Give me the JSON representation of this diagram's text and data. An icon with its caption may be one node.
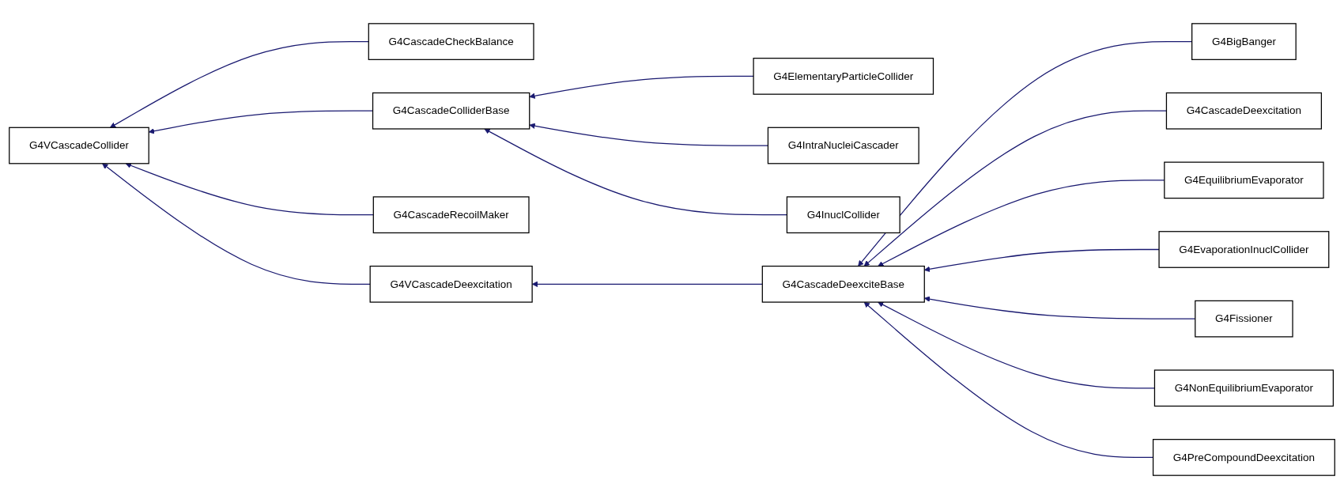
{
  "diagram": {
    "nodes": [
      {
        "text": [
          "G4VCascadeCollider"
        ]
      },
      {
        "text": [
          "G4CascadeCheckBalance"
        ]
      },
      {
        "text": [
          "G4CascadeColliderBase"
        ]
      },
      {
        "text": [
          "G4CascadeRecoilMaker"
        ]
      },
      {
        "text": [
          "G4VCascadeDeexcitation"
        ]
      },
      {
        "text": [
          "G4ElementaryParticleCollider"
        ]
      },
      {
        "text": [
          "G4IntraNucleiCascader"
        ]
      },
      {
        "text": [
          "G4InuclCollider"
        ]
      },
      {
        "text": [
          "G4CascadeDeexciteBase"
        ]
      },
      {
        "text": [
          "G4BigBanger"
        ]
      },
      {
        "text": [
          "G4CascadeDeexcitation"
        ]
      },
      {
        "text": [
          "G4EquilibriumEvaporator"
        ]
      },
      {
        "text": [
          "G4EvaporationInuclCollider"
        ]
      },
      {
        "text": [
          "G4Fissioner"
        ]
      },
      {
        "text": [
          "G4NonEquilibriumEvaporator"
        ]
      },
      {
        "text": [
          "G4PreCompoundDeexcitation"
        ]
      }
    ],
    "edges": [
      {
        "from": 9,
        "to": 8,
        "arrow": "to"
      },
      {
        "from": 10,
        "to": 8,
        "arrow": "to"
      },
      {
        "from": 11,
        "to": 8,
        "arrow": "to"
      },
      {
        "from": 12,
        "to": 8,
        "arrow": "to"
      },
      {
        "from": 13,
        "to": 8,
        "arrow": "to"
      },
      {
        "from": 14,
        "to": 8,
        "arrow": "to"
      },
      {
        "from": 15,
        "to": 8,
        "arrow": "to"
      },
      {
        "from": 8,
        "to": 4,
        "arrow": "to"
      },
      {
        "from": 1,
        "to": 0,
        "arrow": "to"
      },
      {
        "from": 2,
        "to": 0,
        "arrow": "to"
      },
      {
        "from": 3,
        "to": 0,
        "arrow": "to"
      },
      {
        "from": 4,
        "to": 0,
        "arrow": "to"
      },
      {
        "from": 5,
        "to": 2,
        "arrow": "to"
      },
      {
        "from": 6,
        "to": 2,
        "arrow": "to"
      },
      {
        "from": 7,
        "to": 2,
        "arrow": "to"
      }
    ]
  }
}
